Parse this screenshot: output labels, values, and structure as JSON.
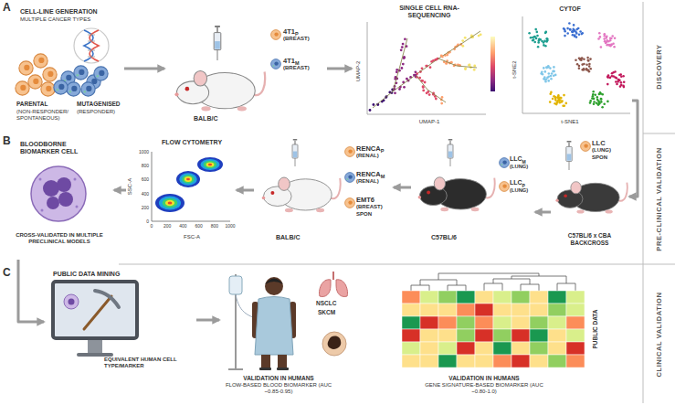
{
  "diagram": {
    "nodes": [
      {
        "text": [
          "CELL-LINE GENERATION",
          "MULTIPLE CANCER TYPES",
          "PARENTAL",
          "(NON-RESPONDER/ SPONTANEOUS)",
          "MUTAGENISED",
          "(RESPONDER)"
        ]
      },
      {
        "text": [
          "BALB/C"
        ]
      },
      {
        "text": [
          "4T1",
          "P",
          "(BREAST)"
        ],
        "in": 1
      },
      {
        "text": [
          "4T1",
          "M",
          "(BREAST)"
        ],
        "in": 1
      },
      {
        "text": [
          "SINGLE CELL RNA-SEQUENCING",
          "UMAP-2",
          "UMAP-1"
        ]
      },
      {
        "text": [
          "CYTOF",
          "t-SNE2",
          "t-SNE1"
        ]
      },
      {
        "text": [
          "C57BL/6 x CBA BACKCROSS"
        ]
      },
      {
        "text": [
          "LLC",
          "(LUNG)",
          "SPON"
        ],
        "in": 6
      },
      {
        "text": [
          "C57BL/6"
        ]
      },
      {
        "text": [
          "LLC",
          "M",
          "(LUNG)"
        ],
        "in": 8
      },
      {
        "text": [
          "LLC",
          "P",
          "(LUNG)"
        ],
        "in": 8
      },
      {
        "text": [
          "BALB/C"
        ]
      },
      {
        "text": [
          "RENCA",
          "P",
          "(RENAL)"
        ],
        "in": 11
      },
      {
        "text": [
          "RENCA",
          "M",
          "(RENAL)"
        ],
        "in": 11
      },
      {
        "text": [
          "EMT6",
          "(BREAST)",
          "SPON"
        ],
        "in": 11
      },
      {
        "text": [
          "FLOW CYTOMETRY",
          "SSC-A",
          "FSC-A"
        ]
      },
      {
        "text": [
          "BLOODBORNE BIOMARKER CELL",
          "CROSS-VALIDATED IN MULTIPLE PRECLINICAL MODELS"
        ]
      },
      {
        "text": [
          "PUBLIC DATA MINING",
          "EQUIVALENT HUMAN CELL TYPE/MARKER"
        ]
      },
      {
        "text": [
          "VALIDATION IN HUMANS",
          "FLOW-BASED BLOOD BIOMARKER (AUC ~0.85-0.95)"
        ]
      },
      {
        "text": [
          "NSCLC"
        ],
        "in": 18
      },
      {
        "text": [
          "SKCM"
        ],
        "in": 18
      },
      {
        "text": [
          "PUBLIC DATA",
          "VALIDATION IN HUMANS",
          "GENE SIGNATURE-BASED BIOMARKER (AUC ~0.80-1.0)"
        ]
      }
    ],
    "edges": [
      {
        "from": 0,
        "to": 1,
        "arrow": "to"
      },
      {
        "from": 1,
        "to": 4,
        "arrow": "to"
      },
      {
        "from": 5,
        "to": 6,
        "arrow": "to"
      },
      {
        "from": 6,
        "to": 8,
        "arrow": "to"
      },
      {
        "from": 8,
        "to": 11,
        "arrow": "to"
      },
      {
        "from": 11,
        "to": 15,
        "arrow": "to"
      },
      {
        "from": 15,
        "to": 16,
        "arrow": "to"
      },
      {
        "from": 16,
        "to": 17,
        "arrow": "to"
      },
      {
        "from": 17,
        "to": 18,
        "arrow": "to"
      }
    ],
    "labels": [
      "A",
      "B",
      "C",
      "DISCOVERY",
      "PRE-CLINICAL VALIDATION",
      "CLINICAL VALIDATION",
      "0",
      "200",
      "400",
      "600",
      "800",
      "1000",
      "1000",
      "800",
      "600",
      "400",
      "200",
      "0"
    ]
  }
}
